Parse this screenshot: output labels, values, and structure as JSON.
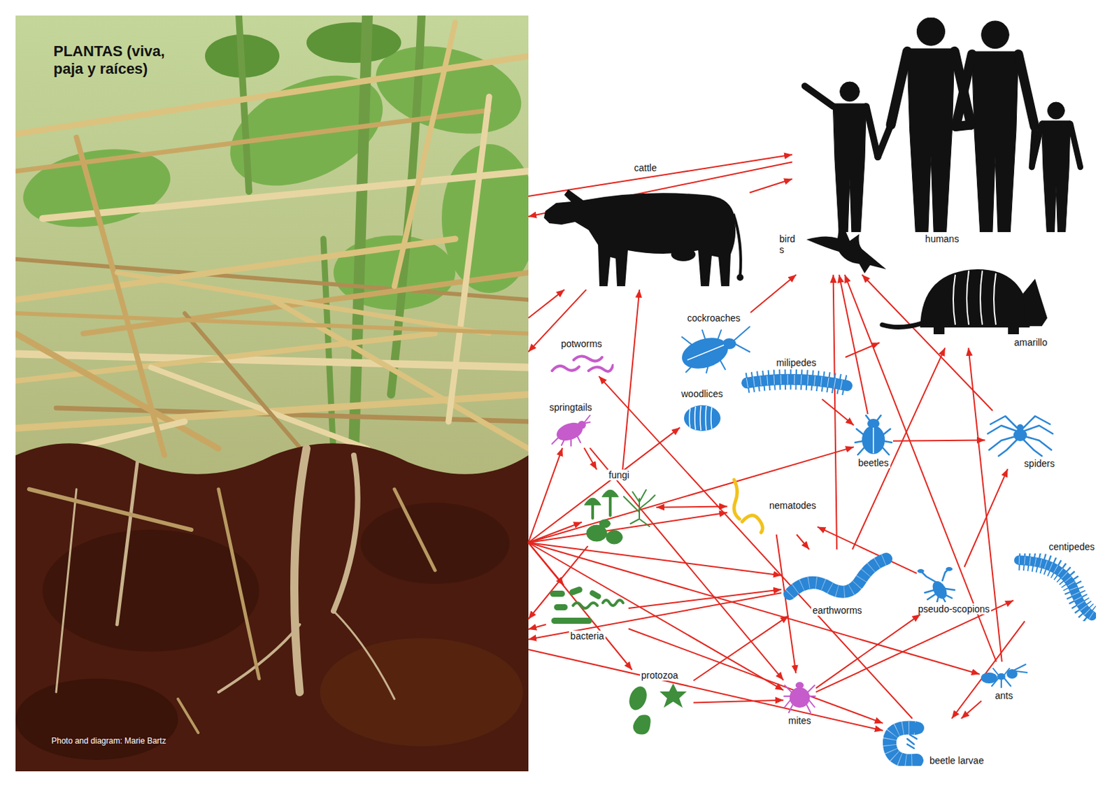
{
  "diagram": {
    "nodes": [
      {
        "text": [
          "PLANTAS (viva, paja y raíces)"
        ]
      },
      {
        "text": [
          "cattle"
        ]
      },
      {
        "text": [
          "humans"
        ]
      },
      {
        "text": [
          "bird s"
        ]
      },
      {
        "text": [
          "amarillo"
        ]
      },
      {
        "text": [
          "cockroaches"
        ]
      },
      {
        "text": [
          "milipedes"
        ]
      },
      {
        "text": [
          "woodlices"
        ]
      },
      {
        "text": [
          "potworms"
        ]
      },
      {
        "text": [
          "springtails"
        ]
      },
      {
        "text": [
          "fungi"
        ]
      },
      {
        "text": [
          "nematodes"
        ]
      },
      {
        "text": [
          "beetles"
        ]
      },
      {
        "text": [
          "spiders"
        ]
      },
      {
        "text": [
          "earthworms"
        ]
      },
      {
        "text": [
          "pseudo-scopions"
        ]
      },
      {
        "text": [
          "centipedes"
        ]
      },
      {
        "text": [
          "bacteria"
        ]
      },
      {
        "text": [
          "protozoa"
        ]
      },
      {
        "text": [
          "mites"
        ]
      },
      {
        "text": [
          "ants"
        ]
      },
      {
        "text": [
          "beetle larvae"
        ]
      }
    ],
    "edges": [
      {
        "from": 0,
        "to": 2,
        "arrow": "to"
      },
      {
        "from": 2,
        "to": 0,
        "arrow": "to"
      },
      {
        "from": 1,
        "to": 2,
        "arrow": "to"
      },
      {
        "from": 0,
        "to": 1,
        "arrow": "to"
      },
      {
        "from": 1,
        "to": 0,
        "arrow": "to"
      },
      {
        "from": 0,
        "to": 9,
        "arrow": "to"
      },
      {
        "from": 0,
        "to": 7,
        "arrow": "to"
      },
      {
        "from": 0,
        "to": 12,
        "arrow": "to"
      },
      {
        "from": 0,
        "to": 10,
        "arrow": "to"
      },
      {
        "from": 0,
        "to": 11,
        "arrow": "to"
      },
      {
        "from": 0,
        "to": 17,
        "arrow": "to"
      },
      {
        "from": 0,
        "to": 14,
        "arrow": "to"
      },
      {
        "from": 0,
        "to": 19,
        "arrow": "to"
      },
      {
        "from": 0,
        "to": 18,
        "arrow": "to"
      },
      {
        "from": 0,
        "to": 20,
        "arrow": "to"
      },
      {
        "from": 0,
        "to": 21,
        "arrow": "to"
      },
      {
        "from": 17,
        "to": 0,
        "arrow": "to"
      },
      {
        "from": 10,
        "to": 0,
        "arrow": "to"
      },
      {
        "from": 14,
        "to": 0,
        "arrow": "to"
      },
      {
        "from": 9,
        "to": 10,
        "arrow": "to"
      },
      {
        "from": 10,
        "to": 11,
        "arrow": "both"
      },
      {
        "from": 11,
        "to": 14,
        "arrow": "to"
      },
      {
        "from": 15,
        "to": 11,
        "arrow": "to"
      },
      {
        "from": 6,
        "to": 12,
        "arrow": "to"
      },
      {
        "from": 12,
        "to": 13,
        "arrow": "to"
      },
      {
        "from": 5,
        "to": 3,
        "arrow": "to"
      },
      {
        "from": 6,
        "to": 4,
        "arrow": "to"
      },
      {
        "from": 14,
        "to": 3,
        "arrow": "to"
      },
      {
        "from": 12,
        "to": 3,
        "arrow": "to"
      },
      {
        "from": 13,
        "to": 3,
        "arrow": "to"
      },
      {
        "from": 20,
        "to": 3,
        "arrow": "to"
      },
      {
        "from": 20,
        "to": 4,
        "arrow": "to"
      },
      {
        "from": 14,
        "to": 4,
        "arrow": "to"
      },
      {
        "from": 15,
        "to": 13,
        "arrow": "to"
      },
      {
        "from": 18,
        "to": 19,
        "arrow": "to"
      },
      {
        "from": 17,
        "to": 14,
        "arrow": "to"
      },
      {
        "from": 19,
        "to": 15,
        "arrow": "to"
      },
      {
        "from": 19,
        "to": 16,
        "arrow": "to"
      },
      {
        "from": 9,
        "to": 19,
        "arrow": "to"
      },
      {
        "from": 21,
        "to": 8,
        "arrow": "to"
      },
      {
        "from": 20,
        "to": 21,
        "arrow": "to"
      },
      {
        "from": 16,
        "to": 21,
        "arrow": "to"
      },
      {
        "from": 10,
        "to": 1,
        "arrow": "to"
      },
      {
        "from": 18,
        "to": 14,
        "arrow": "to"
      },
      {
        "from": 11,
        "to": 19,
        "arrow": "to"
      },
      {
        "from": 17,
        "to": 21,
        "arrow": "to"
      }
    ],
    "labels": [
      "Photo and diagram: Marie Bartz"
    ]
  }
}
